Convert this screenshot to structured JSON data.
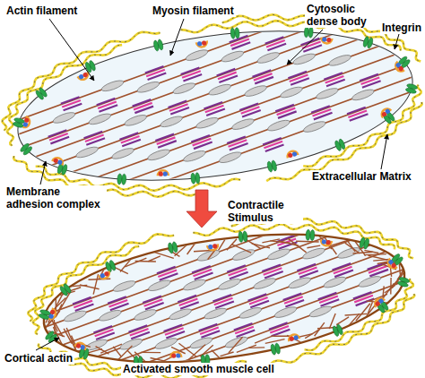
{
  "diagram": {
    "labels": [
      "Actin filament",
      "Myosin filament",
      "Cytosolic dense body",
      "Integrin",
      "Membrane adhesion complex",
      "Extracellular Matrix",
      "Contractile Stimulus",
      "Cortical actin",
      "Activated smooth muscle cell"
    ]
  }
}
